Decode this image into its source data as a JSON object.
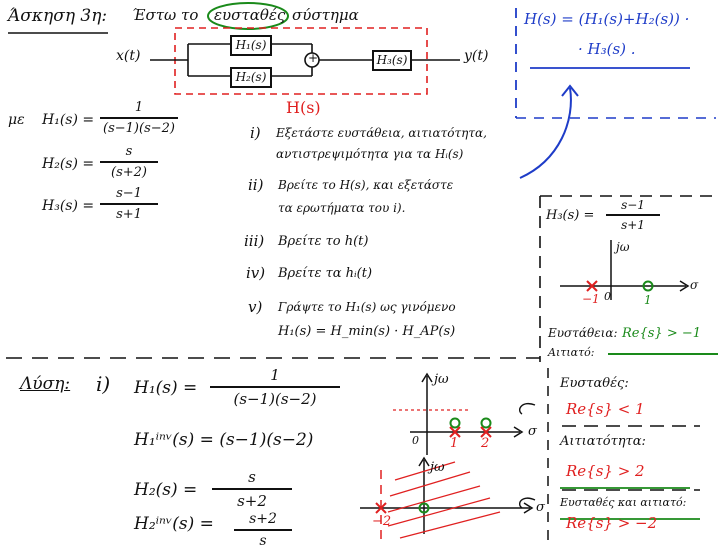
{
  "header": {
    "exercise": "Άσκηση 3η:",
    "intro": "Έστω το",
    "circled": "ευσταθές",
    "system": "σύστημα"
  },
  "diagram": {
    "input": "x(t)",
    "output": "y(t)",
    "h1": "H₁(s)",
    "h2": "H₂(s)",
    "h3": "H₃(s)",
    "total": "H(s)",
    "sum": "+"
  },
  "given": {
    "intro": "με",
    "h1_lhs": "H₁(s) =",
    "h1_num": "1",
    "h1_den": "(s−1)(s−2)",
    "h2_lhs": "H₂(s) =",
    "h2_num": "s",
    "h2_den": "(s+2)",
    "h3_lhs": "H₃(s) =",
    "h3_num": "s−1",
    "h3_den": "s+1"
  },
  "questions": [
    {
      "num": "i)",
      "line1": "Εξετάστε ευστάθεια, αιτιατότητα,",
      "line2": "αντιστρεψιμότητα για τα Hᵢ(s)"
    },
    {
      "num": "ii)",
      "line1": "Βρείτε το H(s), και εξετάστε",
      "line2": "τα ερωτήματα του i)."
    },
    {
      "num": "iii)",
      "line1": "Βρείτε το h(t)",
      "line2": ""
    },
    {
      "num": "iv)",
      "line1": "Βρείτε τα hᵢ(t)",
      "line2": ""
    },
    {
      "num": "v)",
      "line1": "Γράψτε το H₁(s) ως γινόμενο",
      "line2": "H₁(s) = H_min(s) · H_AP(s)"
    }
  ],
  "blue_note": {
    "line1": "H(s) = (H₁(s)+H₂(s)) ·",
    "line2": "· H₃(s) ."
  },
  "h3_plot": {
    "lhs": "H₃(s) =",
    "num": "s−1",
    "den": "s+1",
    "jw": "jω",
    "sigma": "σ",
    "pole": "−1",
    "zero": "1",
    "origin": "0",
    "stable_label": "Ευστάθεια:",
    "stable_cond": "Re{s} > −1",
    "causal_label": "Αιτιατό:"
  },
  "solution": {
    "label": "Λύση:",
    "part": "i)",
    "h1_lhs": "H₁(s) =",
    "h1_num": "1",
    "h1_den": "(s−1)(s−2)",
    "h1inv_lhs": "H₁ⁱⁿᵛ(s) = (s−1)(s−2)",
    "h2_lhs": "H₂(s) =",
    "h2_num": "s",
    "h2_den": "s+2",
    "h2inv_lhs": "H₂ⁱⁿᵛ(s) =",
    "h2inv_num": "s+2",
    "h2inv_den": "s"
  },
  "plot1": {
    "jw": "jω",
    "sigma": "σ",
    "origin": "0",
    "p1": "1",
    "p2": "2"
  },
  "plot2": {
    "jw": "jω",
    "sigma": "σ",
    "p": "−2"
  },
  "answers": {
    "stable_label": "Ευσταθές:",
    "stable_cond": "Re{s} < 1",
    "causal_label": "Αιτιατότητα:",
    "causal_cond": "Re{s} > 2",
    "both_label": "Ευσταθές και αιτιατό:",
    "both_cond": "Re{s} > −2"
  }
}
